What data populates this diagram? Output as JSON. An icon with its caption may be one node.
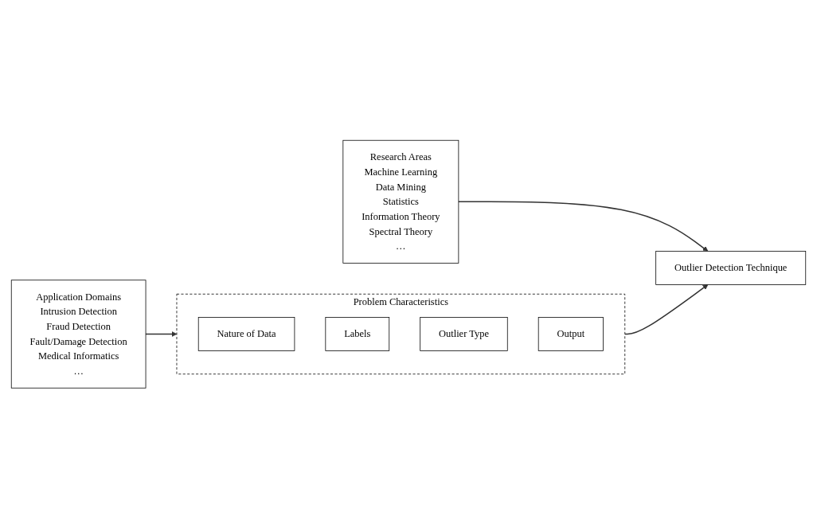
{
  "diagram": {
    "nodes": [
      {
        "text": [
          "Application Domains",
          "Intrusion Detection",
          "Fraud Detection",
          "Fault/Damage Detection",
          "Medical Informatics",
          "…"
        ]
      },
      {
        "text": [
          "Problem Characteristics"
        ]
      },
      {
        "text": [
          "Nature of Data"
        ],
        "in": 1
      },
      {
        "text": [
          "Labels"
        ],
        "in": 1
      },
      {
        "text": [
          "Outlier Type"
        ],
        "in": 1
      },
      {
        "text": [
          "Output"
        ],
        "in": 1
      },
      {
        "text": [
          "Outlier Detection Technique"
        ]
      },
      {
        "text": [
          "Research Areas",
          "Machine Learning",
          "Data Mining",
          "Statistics",
          "Information Theory",
          "Spectral Theory",
          "…"
        ]
      }
    ],
    "edges": [
      {
        "from": 0,
        "to": 1,
        "arrow": "to"
      },
      {
        "from": 1,
        "to": 6,
        "arrow": "to"
      },
      {
        "from": 7,
        "to": 6,
        "arrow": "to"
      }
    ]
  }
}
